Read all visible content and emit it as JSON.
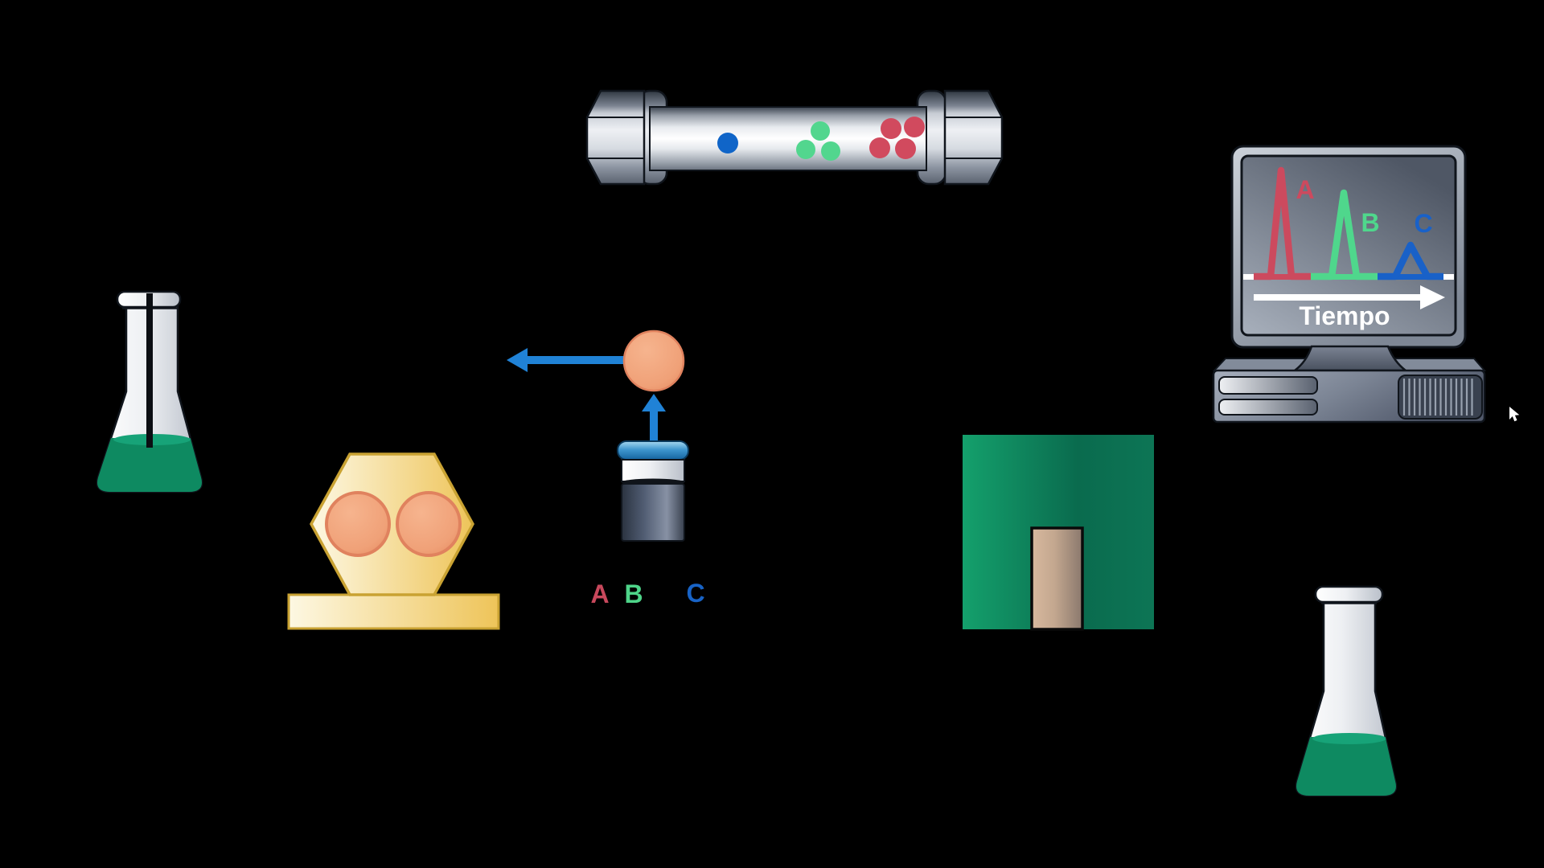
{
  "monitor": {
    "peaks": [
      {
        "label": "A",
        "color": "#cc4a5e",
        "height": 132
      },
      {
        "label": "B",
        "color": "#4fd78c",
        "height": 104
      },
      {
        "label": "C",
        "color": "#1961c8",
        "height": 39
      }
    ],
    "x_axis_label": "Tiempo",
    "axis_color": "#ffffff"
  },
  "sample_labels": [
    {
      "label": "A",
      "color": "#c8485c"
    },
    {
      "label": "B",
      "color": "#4ed489"
    },
    {
      "label": "C",
      "color": "#1863c6"
    }
  ],
  "column_dots": {
    "blue": {
      "count": 1,
      "color": "#1065c8"
    },
    "green": {
      "count": 3,
      "color": "#52d68e"
    },
    "red": {
      "count": 4,
      "color": "#d14a5e"
    }
  },
  "colors": {
    "background": "#000000",
    "liquid_green": "#0e8a61",
    "liquid_surface": "#17a378",
    "pump_stroke": "#c9a232",
    "piston_ring": "#e0825e",
    "arrow_blue": "#2082d6",
    "detector_green": "#0f8a5f",
    "detector_window": "#c3a78f",
    "vial_cap_blue": "#2e87c4"
  }
}
